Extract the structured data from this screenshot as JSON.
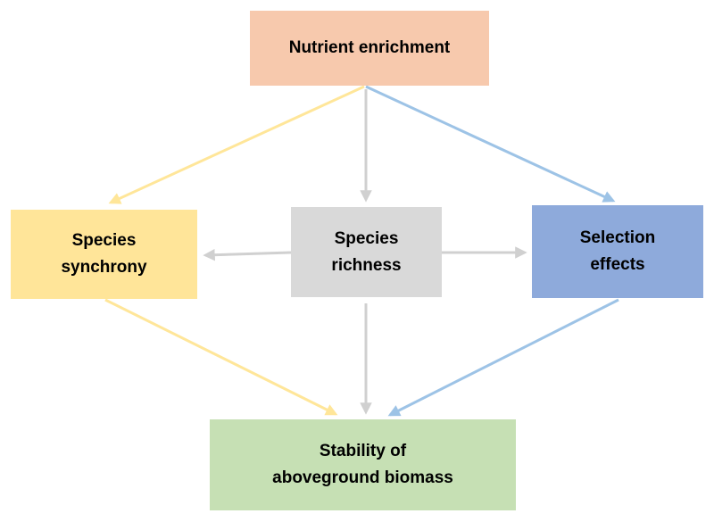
{
  "nodes": {
    "nutrient_enrichment": {
      "label": "Nutrient enrichment",
      "color": "#f7c9ad"
    },
    "species_synchrony": {
      "label": "Species\nsynchrony",
      "color": "#ffe599"
    },
    "species_richness": {
      "label": "Species\nrichness",
      "color": "#d9d9d9"
    },
    "selection_effects": {
      "label": "Selection\neffects",
      "color": "#8eaadb"
    },
    "stability": {
      "label": "Stability of\naboveground biomass",
      "color": "#c6e0b4"
    }
  },
  "edges": [
    {
      "from": "nutrient_enrichment",
      "to": "species_synchrony",
      "color": "#ffe699"
    },
    {
      "from": "nutrient_enrichment",
      "to": "species_richness",
      "color": "#d0d0d0"
    },
    {
      "from": "nutrient_enrichment",
      "to": "selection_effects",
      "color": "#9dc3e6"
    },
    {
      "from": "species_richness",
      "to": "species_synchrony",
      "color": "#d0d0d0"
    },
    {
      "from": "species_richness",
      "to": "selection_effects",
      "color": "#d0d0d0"
    },
    {
      "from": "species_synchrony",
      "to": "stability",
      "color": "#ffe699"
    },
    {
      "from": "species_richness",
      "to": "stability",
      "color": "#d0d0d0"
    },
    {
      "from": "selection_effects",
      "to": "stability",
      "color": "#9dc3e6"
    }
  ]
}
